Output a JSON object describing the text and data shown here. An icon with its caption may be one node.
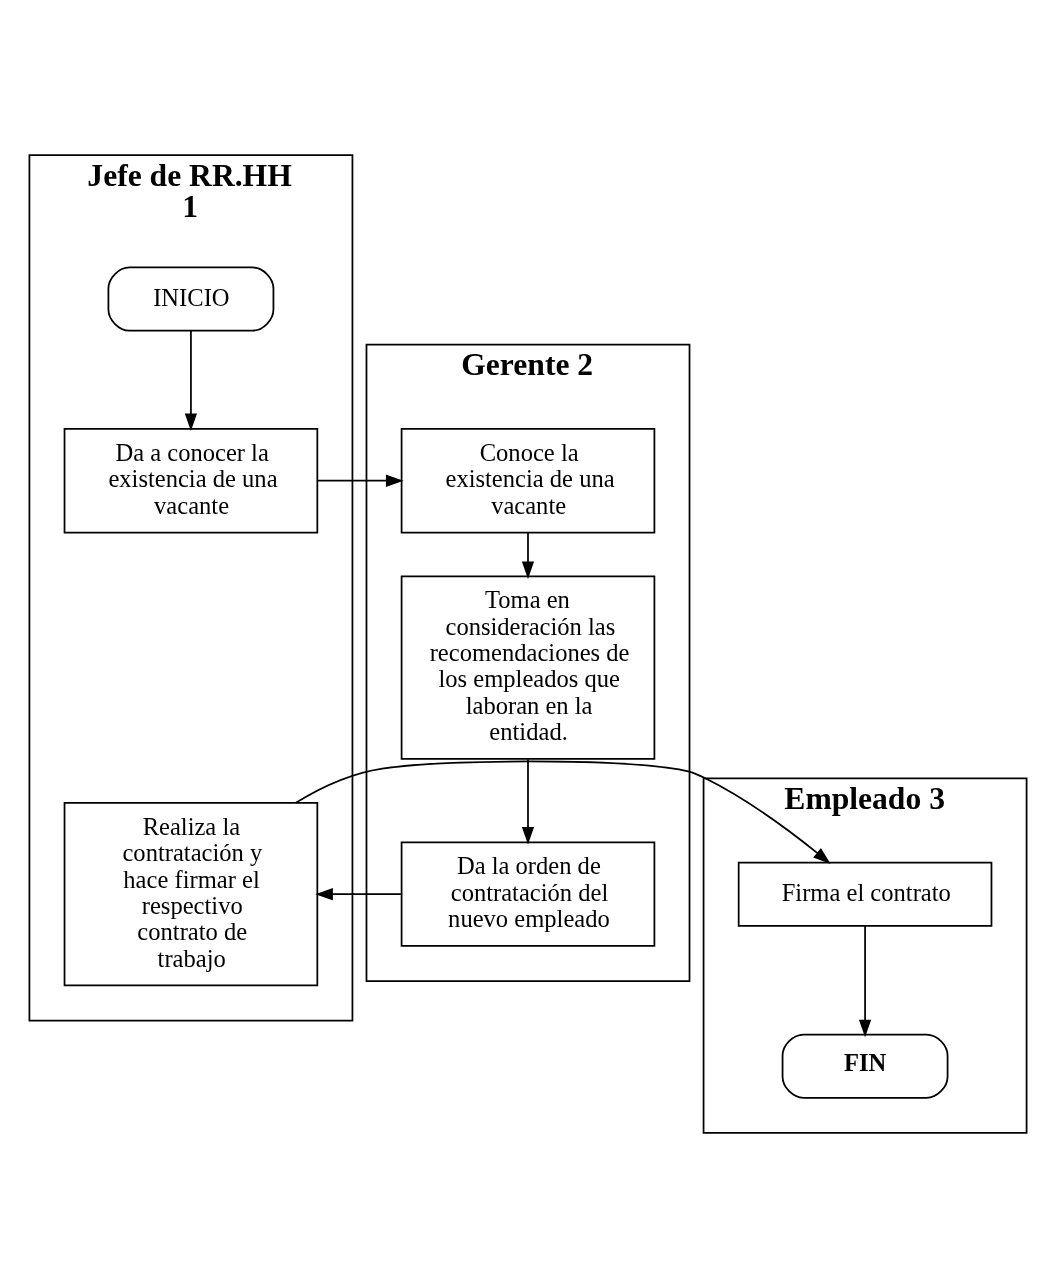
{
  "diagram": {
    "nodes": [
      {
        "text": [
          "Jefe de RR.HH 1"
        ]
      },
      {
        "text": [
          "Gerente 2"
        ]
      },
      {
        "text": [
          "Empleado 3"
        ]
      },
      {
        "text": [
          "INICIO"
        ],
        "in": 0
      },
      {
        "text": [
          "Da a conocer la existencia de una vacante"
        ],
        "in": 0
      },
      {
        "text": [
          "Conoce la existencia de una vacante"
        ],
        "in": 1
      },
      {
        "text": [
          "Toma en consideración las recomendaciones de los empleados que laboran en la entidad."
        ],
        "in": 1
      },
      {
        "text": [
          "Da la orden de contratación del nuevo empleado"
        ],
        "in": 1
      },
      {
        "text": [
          "Realiza la contratación y hace firmar el respectivo contrato de trabajo"
        ],
        "in": 0
      },
      {
        "text": [
          "Firma el contrato"
        ],
        "in": 2
      },
      {
        "text": [
          "FIN"
        ],
        "in": 2
      }
    ],
    "edges": [
      {
        "from": 3,
        "to": 4,
        "arrow": "to"
      },
      {
        "from": 4,
        "to": 5,
        "arrow": "to"
      },
      {
        "from": 5,
        "to": 6,
        "arrow": "to"
      },
      {
        "from": 6,
        "to": 7,
        "arrow": "to"
      },
      {
        "from": 7,
        "to": 8,
        "arrow": "to"
      },
      {
        "from": 8,
        "to": 9,
        "arrow": "to"
      },
      {
        "from": 9,
        "to": 10,
        "arrow": "to"
      }
    ]
  }
}
